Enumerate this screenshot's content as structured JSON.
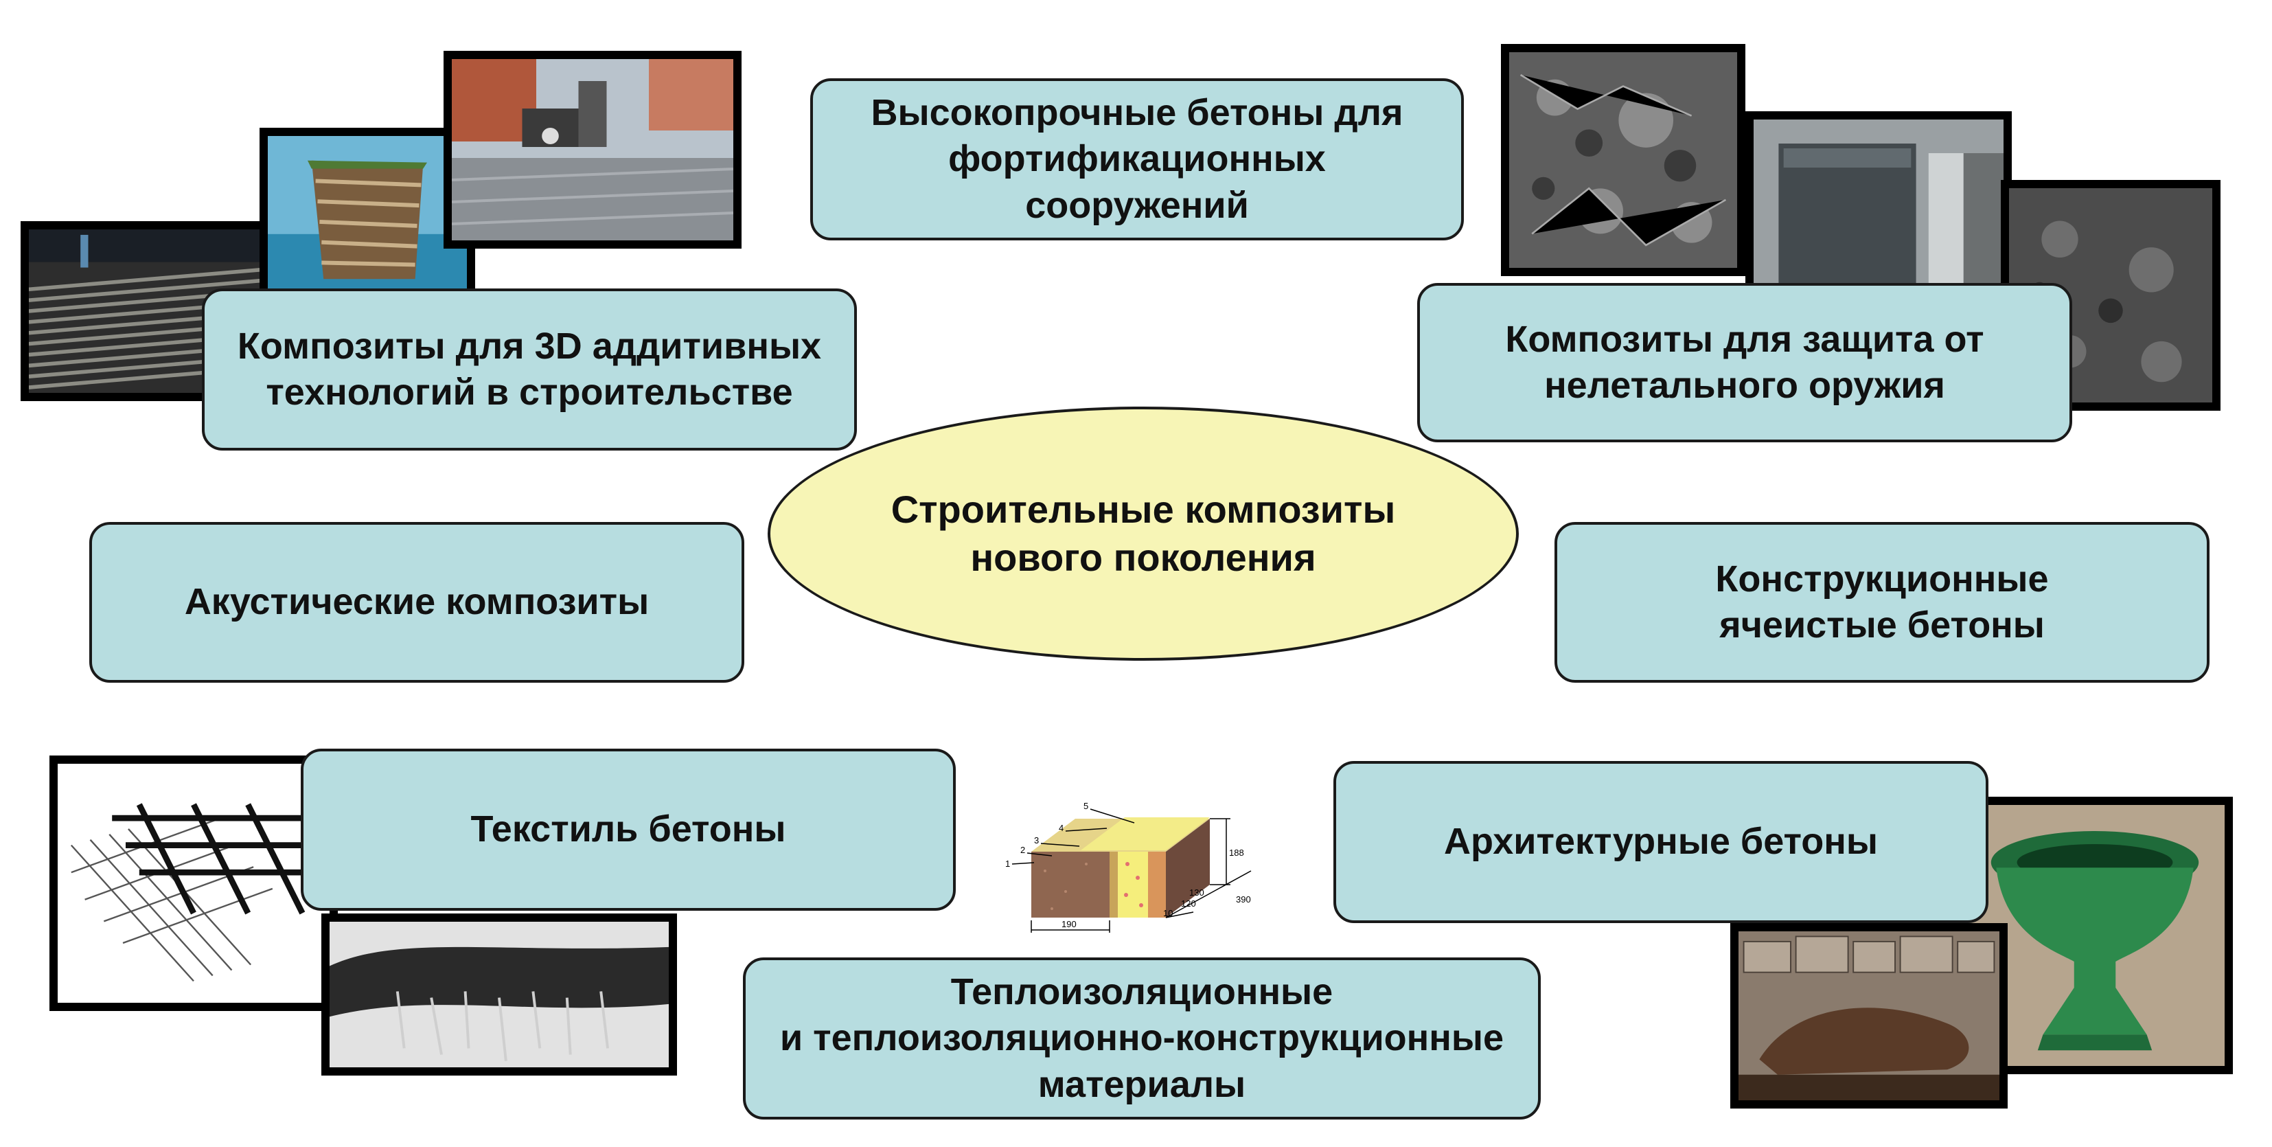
{
  "center": {
    "line1": "Строительные композиты",
    "line2": "нового поколения"
  },
  "boxes": {
    "high_strength": {
      "lines": [
        "Высокопрочные бетоны для",
        "фортификационных",
        "сооружений"
      ]
    },
    "additive_3d": {
      "lines": [
        "Композиты для 3D аддитивных",
        "технологий в строительстве"
      ]
    },
    "nonlethal": {
      "lines": [
        "Композиты для защита от",
        "нелетального оружия"
      ]
    },
    "acoustic": {
      "lines": [
        "Акустические композиты"
      ]
    },
    "cellular": {
      "lines": [
        "Конструкционные",
        "ячеистые бетоны"
      ]
    },
    "textile": {
      "lines": [
        "Текстиль бетоны"
      ]
    },
    "architectural": {
      "lines": [
        "Архитектурные бетоны"
      ]
    },
    "thermal": {
      "lines": [
        "Теплоизоляционные",
        "и теплоизоляционно-конструкционные",
        "материалы"
      ]
    }
  },
  "drawing": {
    "layer_labels": [
      "1",
      "2",
      "3",
      "4",
      "5"
    ],
    "dims": [
      "188",
      "190",
      "130",
      "120",
      "10",
      "390"
    ]
  },
  "colors": {
    "box_fill": "#b7dde0",
    "oval_fill": "#f7f5b6",
    "border": "#1a1a1a"
  }
}
